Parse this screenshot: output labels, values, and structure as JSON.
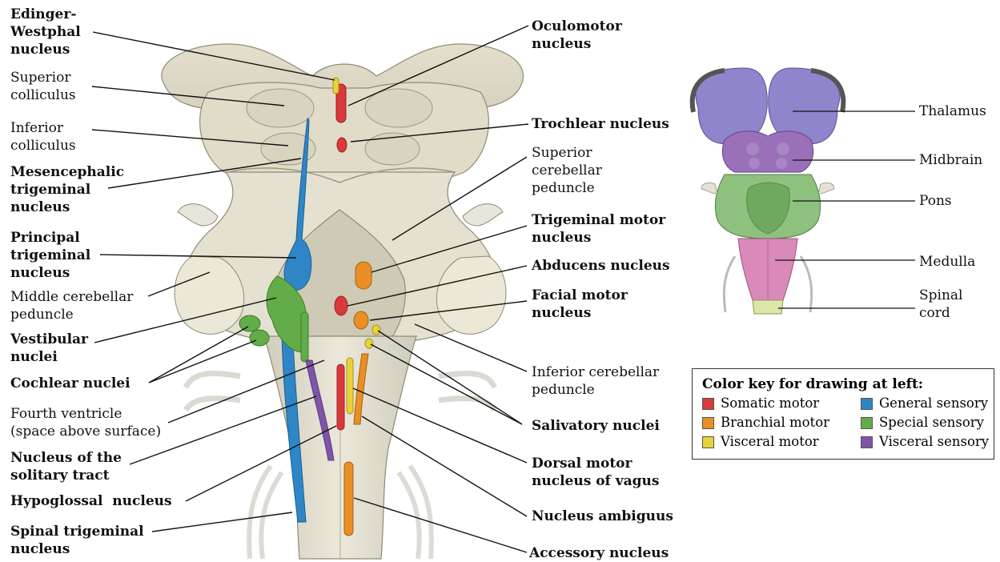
{
  "left_labels": [
    {
      "id": "edinger",
      "text": "Edinger-\nWestphal\nnucleus",
      "bold": true
    },
    {
      "id": "sup-coll",
      "text": "Superior\ncolliculus",
      "bold": false
    },
    {
      "id": "inf-coll",
      "text": "Inferior\ncolliculus",
      "bold": false
    },
    {
      "id": "mesen",
      "text": "Mesencephalic\ntrigeminal\nnucleus",
      "bold": true
    },
    {
      "id": "principal",
      "text": "Principal\ntrigeminal\nnucleus",
      "bold": true
    },
    {
      "id": "mcp",
      "text": "Middle cerebellar\npeduncle",
      "bold": false
    },
    {
      "id": "vestibular",
      "text": "Vestibular\nnuclei",
      "bold": true
    },
    {
      "id": "cochlear",
      "text": "Cochlear nuclei",
      "bold": true
    },
    {
      "id": "fourth",
      "text": "Fourth ventricle\n(space above surface)",
      "bold": false
    },
    {
      "id": "solitary",
      "text": "Nucleus of the\nsolitary tract",
      "bold": true
    },
    {
      "id": "hypoglossal",
      "text": "Hypoglossal  nucleus",
      "bold": true
    },
    {
      "id": "spinal-trig",
      "text": "Spinal trigeminal\nnucleus",
      "bold": true
    }
  ],
  "right_labels": [
    {
      "id": "oculomotor",
      "text": "Oculomotor\nnucleus",
      "bold": true
    },
    {
      "id": "trochlear",
      "text": "Trochlear nucleus",
      "bold": true
    },
    {
      "id": "scp",
      "text": "Superior\ncerebellar\npeduncle",
      "bold": false
    },
    {
      "id": "trig-motor",
      "text": "Trigeminal motor\nnucleus",
      "bold": true
    },
    {
      "id": "abducens",
      "text": "Abducens nucleus",
      "bold": true
    },
    {
      "id": "facial",
      "text": "Facial motor\nnucleus",
      "bold": true
    },
    {
      "id": "icp",
      "text": "Inferior cerebellar\npeduncle",
      "bold": false
    },
    {
      "id": "salivatory",
      "text": "Salivatory nuclei",
      "bold": true
    },
    {
      "id": "dorsal-vagus",
      "text": "Dorsal motor\nnucleus of vagus",
      "bold": true
    },
    {
      "id": "ambiguus",
      "text": "Nucleus ambiguus",
      "bold": true
    },
    {
      "id": "accessory",
      "text": "Accessory nucleus",
      "bold": true
    }
  ],
  "inset_labels": [
    {
      "id": "thalamus",
      "text": "Thalamus"
    },
    {
      "id": "midbrain",
      "text": "Midbrain"
    },
    {
      "id": "pons",
      "text": "Pons"
    },
    {
      "id": "medulla",
      "text": "Medulla"
    },
    {
      "id": "spinal-cord",
      "text": "Spinal\ncord"
    }
  ],
  "color_key": {
    "title": "Color key for drawing at left:",
    "items": [
      {
        "label": "Somatic motor",
        "color": "#d9393a"
      },
      {
        "label": "General sensory",
        "color": "#2f86c6"
      },
      {
        "label": "Branchial motor",
        "color": "#e98f24"
      },
      {
        "label": "Special sensory",
        "color": "#62ad4a"
      },
      {
        "label": "Visceral motor",
        "color": "#e8d23a"
      },
      {
        "label": "Visceral sensory",
        "color": "#7f55a8"
      }
    ]
  }
}
